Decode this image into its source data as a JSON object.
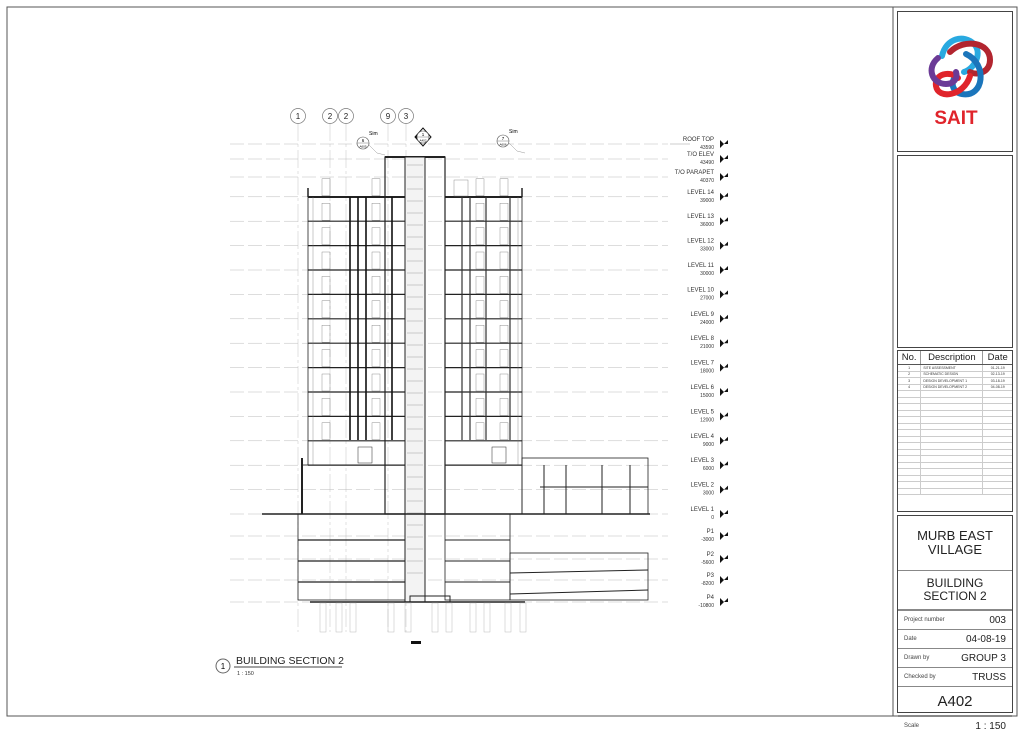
{
  "logo": {
    "text": "SAIT",
    "colors": [
      "#e0242b",
      "#1b75bb",
      "#6b3a96",
      "#29a9e0",
      "#b2252f"
    ]
  },
  "grid_bubbles": [
    "1",
    "2",
    "2",
    "9",
    "3"
  ],
  "callouts": [
    {
      "number": "6",
      "sheet": "A605",
      "note": "Sim"
    },
    {
      "number": "1",
      "sheet": "A402"
    },
    {
      "number": "7",
      "sheet": "A606",
      "note": "Sim"
    }
  ],
  "levels": [
    {
      "name": "ROOF TOP",
      "elevation": "43590"
    },
    {
      "name": "T/O ELEV",
      "elevation": "43490"
    },
    {
      "name": "T/O PARAPET",
      "elevation": "40370"
    },
    {
      "name": "LEVEL 14",
      "elevation": "39000"
    },
    {
      "name": "LEVEL 13",
      "elevation": "36000"
    },
    {
      "name": "LEVEL 12",
      "elevation": "33000"
    },
    {
      "name": "LEVEL 11",
      "elevation": "30000"
    },
    {
      "name": "LEVEL 10",
      "elevation": "27000"
    },
    {
      "name": "LEVEL 9",
      "elevation": "24000"
    },
    {
      "name": "LEVEL 8",
      "elevation": "21000"
    },
    {
      "name": "LEVEL 7",
      "elevation": "18000"
    },
    {
      "name": "LEVEL 6",
      "elevation": "15000"
    },
    {
      "name": "LEVEL 5",
      "elevation": "12000"
    },
    {
      "name": "LEVEL 4",
      "elevation": "9000"
    },
    {
      "name": "LEVEL 3",
      "elevation": "6000"
    },
    {
      "name": "LEVEL 2",
      "elevation": "3000"
    },
    {
      "name": "LEVEL 1",
      "elevation": "0"
    },
    {
      "name": "P1",
      "elevation": "-3000"
    },
    {
      "name": "P2",
      "elevation": "-5600"
    },
    {
      "name": "P3",
      "elevation": "-8200"
    },
    {
      "name": "P4",
      "elevation": "-10800"
    }
  ],
  "view_title": {
    "number": "1",
    "title": "BUILDING SECTION 2",
    "scale": "1 : 150"
  },
  "revisions": {
    "headers": [
      "No.",
      "Description",
      "Date"
    ],
    "rows": [
      [
        "1",
        "SITE ASSESSMENT",
        "01-21-19"
      ],
      [
        "2",
        "SCHEMATIC DESIGN",
        "02-13-19"
      ],
      [
        "3",
        "DESIGN DEVELOPMENT 1",
        "03-18-19"
      ],
      [
        "4",
        "DESIGN DEVELOPMENT 2",
        "04-08-19"
      ]
    ]
  },
  "title_block": {
    "project_name": "MURB EAST VILLAGE",
    "sheet_name": "BUILDING SECTION 2",
    "project_number_label": "Project number",
    "project_number": "003",
    "date_label": "Date",
    "date": "04-08-19",
    "drawn_by_label": "Drawn by",
    "drawn_by": "GROUP 3",
    "checked_by_label": "Checked by",
    "checked_by": "TRUSS",
    "sheet_number": "A402",
    "scale_label": "Scale",
    "scale": "1 : 150"
  }
}
